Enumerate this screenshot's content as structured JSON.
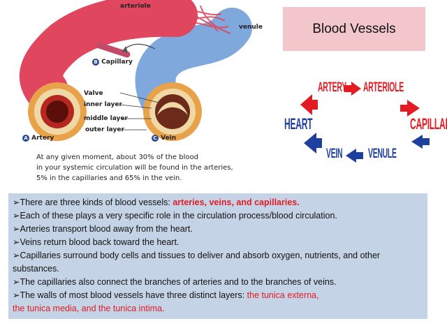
{
  "illustration": {
    "labels": {
      "arteriole": "arteriole",
      "venule": "venule",
      "capillary": "Capillary",
      "capillary_badge": "B",
      "valve": "Valve",
      "inner_layer": "inner layer",
      "middle_layer": "middle layer",
      "outer_layer": "outer layer",
      "artery": "Artery",
      "artery_badge": "A",
      "vein": "Vein",
      "vein_badge": "C"
    },
    "caption_lines": [
      "At any given moment, about 30% of the blood",
      "in your systemic circulation will be found in the arteries,",
      "5% in the capillaries and 65% in the vein."
    ]
  },
  "title": "Blood Vessels",
  "flow": {
    "artery": "ARTERY",
    "arteriole": "ARTERIOLE",
    "heart": "HEART",
    "capillary": "CAPILLARY",
    "vein": "VEIN",
    "venule": "VENULE"
  },
  "bullets": {
    "b1_prefix": "There are three kinds of blood vessels: ",
    "b1_highlight": "arteries, veins, and capillaries.",
    "b2": "Each of these plays a very specific role in the circulation process/blood circulation.",
    "b3": "Arteries transport blood away from the heart.",
    "b4": "Veins return blood back toward the heart.",
    "b5": "Capillaries surround body cells and tissues to deliver and absorb oxygen, nutrients, and other substances.",
    "b6": "The capillaries also connect the branches of arteries and to the branches of veins.",
    "b7_prefix": "The walls of most blood vessels have three distinct layers: ",
    "b7_highlight_1": "the tunica externa,",
    "b7_highlight_2": "the tunica media, and the tunica intima."
  },
  "colors": {
    "title_bg": "#f2c6cb",
    "text_bg": "#c5d3e6",
    "red": "#e31b23",
    "blue": "#1f3f9e"
  }
}
